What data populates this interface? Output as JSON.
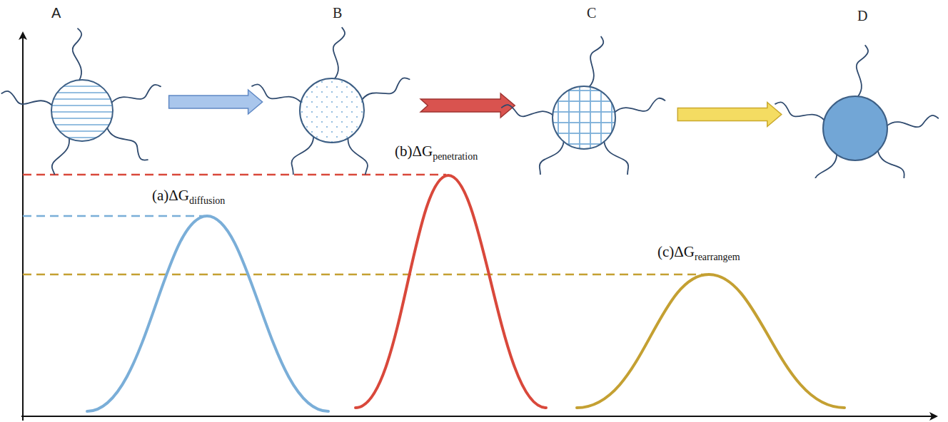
{
  "diagram": {
    "nodes": [
      {
        "text": [
          "A"
        ]
      },
      {
        "text": [
          "B"
        ]
      },
      {
        "text": [
          "C"
        ]
      },
      {
        "text": [
          "D"
        ]
      }
    ],
    "edges": [
      {
        "from": 0,
        "to": 1,
        "arrow": "to"
      },
      {
        "from": 1,
        "to": 2,
        "arrow": "to"
      },
      {
        "from": 2,
        "to": 3,
        "arrow": "to"
      }
    ],
    "labels": [
      "(a)ΔG",
      "diffusion",
      "(b)ΔG",
      "penetration",
      "(c)ΔG",
      "rearrangem"
    ]
  }
}
